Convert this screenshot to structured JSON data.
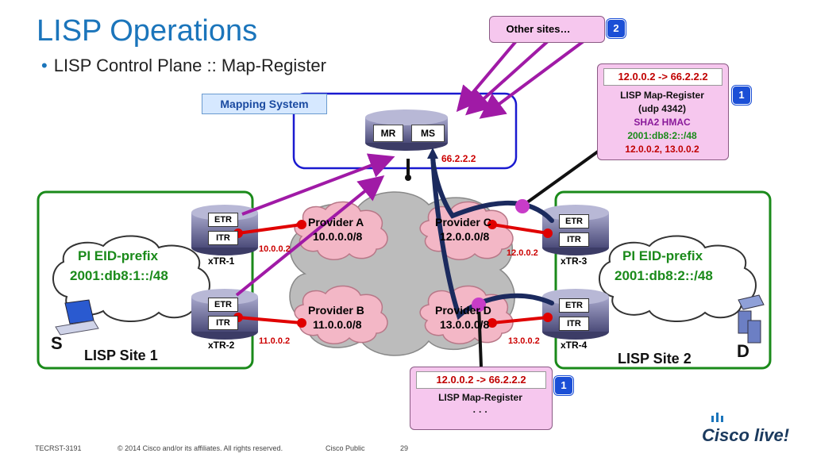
{
  "slide": {
    "title": "LISP Operations",
    "subtitle": "LISP Control Plane :: Map-Register"
  },
  "mapping_system": {
    "label": "Mapping System",
    "mr": "MR",
    "ms": "MS",
    "ms_ip": "66.2.2.2"
  },
  "other_sites": {
    "label": "Other sites…",
    "badge": "2"
  },
  "register_top": {
    "mapping": "12.0.0.2 -> 66.2.2.2",
    "line1": "LISP Map-Register",
    "line2": "(udp 4342)",
    "line3": "SHA2 HMAC",
    "line4": "2001:db8:2::/48",
    "line5": "12.0.0.2, 13.0.0.2",
    "badge": "1"
  },
  "register_bottom": {
    "mapping": "12.0.0.2 -> 66.2.2.2",
    "line1": "LISP Map-Register",
    "line2": "· · ·",
    "badge": "1"
  },
  "site1": {
    "name": "LISP Site 1",
    "eid_label": "PI EID-prefix",
    "eid_prefix": "2001:db8:1::/48",
    "host": "S",
    "xtr1": {
      "etr": "ETR",
      "itr": "ITR",
      "name": "xTR-1",
      "ip": "10.0.0.2"
    },
    "xtr2": {
      "etr": "ETR",
      "itr": "ITR",
      "name": "xTR-2",
      "ip": "11.0.0.2"
    }
  },
  "site2": {
    "name": "LISP Site 2",
    "eid_label": "PI EID-prefix",
    "eid_prefix": "2001:db8:2::/48",
    "host": "D",
    "xtr3": {
      "etr": "ETR",
      "itr": "ITR",
      "name": "xTR-3",
      "ip": "12.0.0.2"
    },
    "xtr4": {
      "etr": "ETR",
      "itr": "ITR",
      "name": "xTR-4",
      "ip": "13.0.0.2"
    }
  },
  "providers": {
    "a": {
      "name": "Provider A",
      "prefix": "10.0.0.0/8"
    },
    "b": {
      "name": "Provider B",
      "prefix": "11.0.0.0/8"
    },
    "c": {
      "name": "Provider C",
      "prefix": "12.0.0.0/8"
    },
    "d": {
      "name": "Provider D",
      "prefix": "13.0.0.0/8"
    }
  },
  "footer": {
    "code": "TECRST-3191",
    "copyright": "© 2014 Cisco and/or its affiliates. All rights reserved.",
    "classification": "Cisco Public",
    "page": "29"
  },
  "logo": {
    "text": "Cisco live!"
  },
  "colors": {
    "title_blue": "#1b75bb",
    "site_green": "#1a8a1a",
    "mapping_blue": "#1a1ad0",
    "provider_pink": "#f3b7c6",
    "arrow_purple": "#a01aa6",
    "link_red": "#e00000",
    "path_navy": "#1b2a5e"
  }
}
